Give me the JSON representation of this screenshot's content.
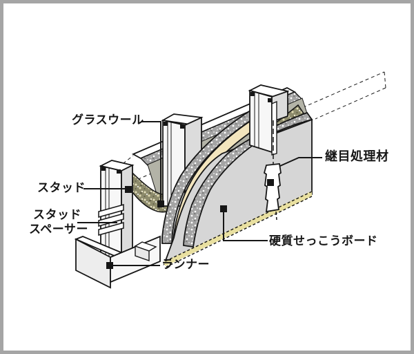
{
  "labels": {
    "glass_wool": "グラスウール",
    "stud": "スタッド",
    "stud_spacer_line1": "スタッド",
    "stud_spacer_line2": "スペーサー",
    "runner": "ランナー",
    "joint_treatment": "継目処理材",
    "hard_gypsum_board": "硬質せっこうボード"
  },
  "colors": {
    "frame": "#a5a5a5",
    "background": "#ffffff",
    "outline": "#161616",
    "wall_face": "#d6d6d6",
    "board_core": "#a4a4a4",
    "board_cream": "#f3e5bd",
    "glass_wool": "#8d8b6c",
    "back_face": "#b3b3a7",
    "steel_light": "#f7f7f7",
    "steel_mid": "#ededed",
    "steel_shade": "#dcdcdc",
    "board_edge_yellow": "#e9e0a0"
  }
}
